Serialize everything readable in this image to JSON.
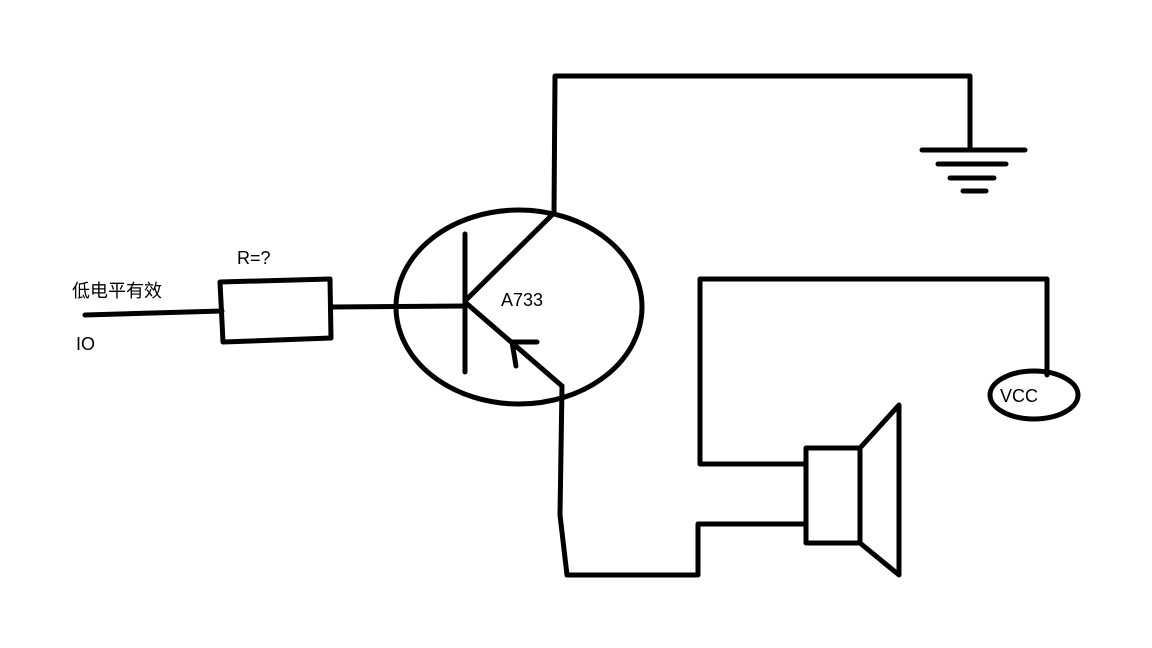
{
  "labels": {
    "io_level": "低电平有效",
    "io_pin": "IO",
    "resistor": "R=?",
    "transistor": "A733",
    "supply": "VCC"
  },
  "colors": {
    "ink": "#000000",
    "background": "#ffffff"
  }
}
